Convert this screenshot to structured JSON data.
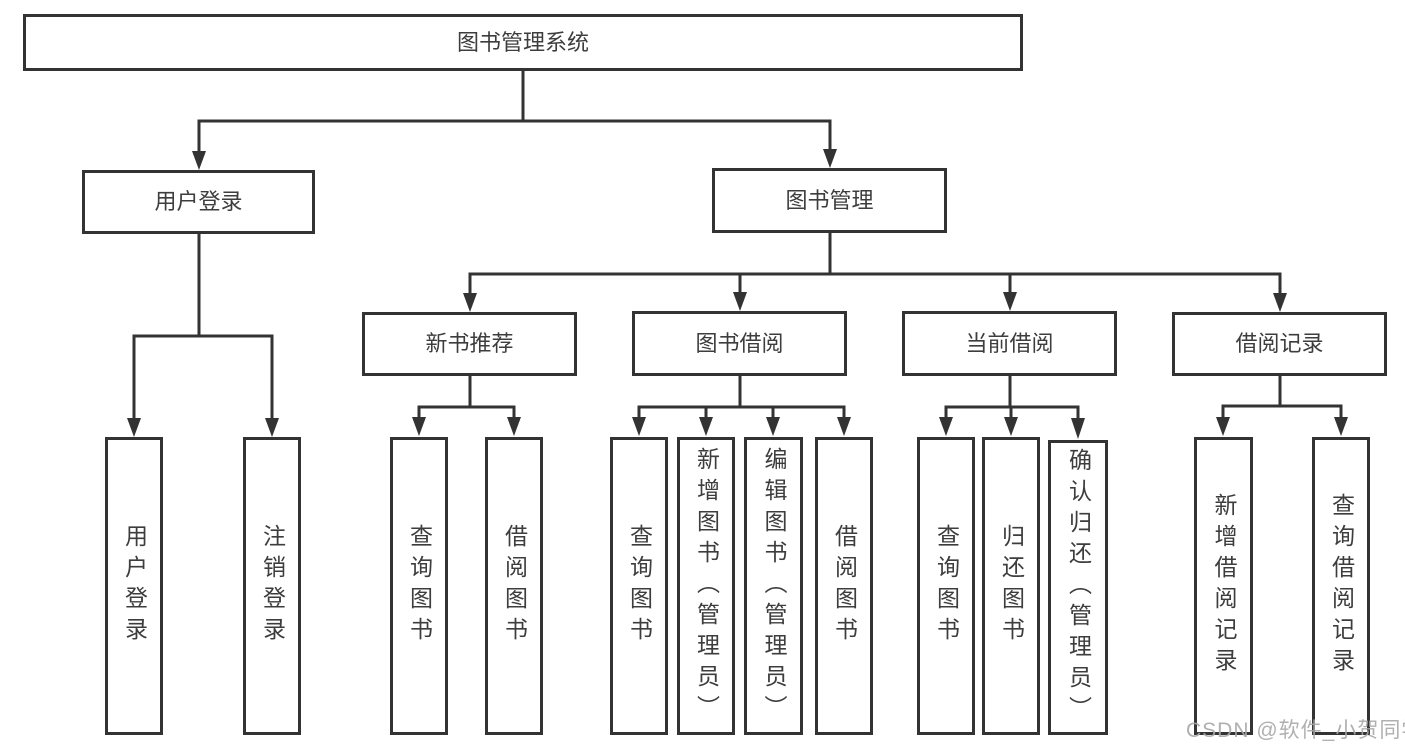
{
  "tree": {
    "label": "图书管理系统",
    "children": [
      {
        "label": "用户登录",
        "children": [
          {
            "label": "用户登录"
          },
          {
            "label": "注销登录"
          }
        ]
      },
      {
        "label": "图书管理",
        "children": [
          {
            "label": "新书推荐",
            "children": [
              {
                "label": "查询图书"
              },
              {
                "label": "借阅图书"
              }
            ]
          },
          {
            "label": "图书借阅",
            "children": [
              {
                "label": "查询图书"
              },
              {
                "label": "新增图书（管理员）"
              },
              {
                "label": "编辑图书（管理员）"
              },
              {
                "label": "借阅图书"
              }
            ]
          },
          {
            "label": "当前借阅",
            "children": [
              {
                "label": "查询图书"
              },
              {
                "label": "归还图书"
              },
              {
                "label": "确认归还（管理员）"
              }
            ]
          },
          {
            "label": "借阅记录",
            "children": [
              {
                "label": "新增借阅记录"
              },
              {
                "label": "查询借阅记录"
              }
            ]
          }
        ]
      }
    ]
  },
  "watermark": {
    "text": "CSDN @软件_小贺同学"
  },
  "colors": {
    "stroke": "#333333",
    "text": "#3d3d3d",
    "watermark": "#a8a8a8",
    "bg": "#ffffff"
  }
}
